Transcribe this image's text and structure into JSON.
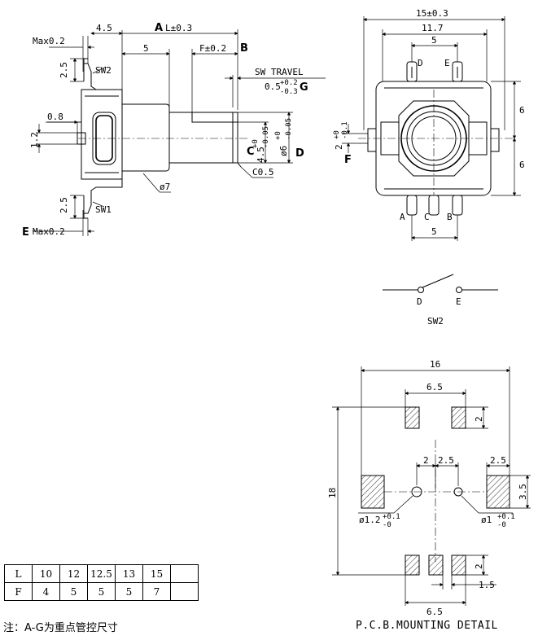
{
  "side_view": {
    "dims": {
      "max_top": "Max0.2",
      "dim_4_5": "4.5",
      "label_A": "A",
      "L_tol": "L±0.3",
      "dim_5": "5",
      "F_tol": "F±0.2",
      "label_B": "B",
      "sw_travel": "SW TRAVEL",
      "travel_base": "0.5",
      "travel_plus": "+0.2",
      "travel_minus": "-0.3",
      "label_G": "G",
      "dim_2_5_top": "2.5",
      "sw2": "SW2",
      "dim_0_8": "0.8",
      "dim_1_2": "1.2",
      "label_C": "C",
      "d45": "4.5",
      "d45_plus": "+0",
      "d45_minus": "-0.05",
      "d6": "ø6",
      "d6_plus": "+0",
      "d6_minus": "-0.05",
      "label_D": "D",
      "c05": "C0.5",
      "phi7": "ø7",
      "dim_2_5_bot": "2.5",
      "sw1": "SW1",
      "label_E": "E",
      "max_bot": "Max0.2"
    }
  },
  "front_view": {
    "dims": {
      "width_15": "15±0.3",
      "width_11_7": "11.7",
      "width_5_top": "5",
      "pin_D": "D",
      "pin_E": "E",
      "dim_6_upper": "6",
      "dim_6_lower": "6",
      "dim_2": "2",
      "dim_2_plus": "+0",
      "dim_2_minus": "-0.1",
      "label_F": "F",
      "pin_A": "A",
      "pin_C": "C",
      "pin_B": "B",
      "width_5_bottom": "5"
    }
  },
  "sw2_schematic": {
    "pin_D": "D",
    "pin_E": "E",
    "caption": "SW2"
  },
  "pcb": {
    "title": "P.C.B.MOUNTING DETAIL",
    "dims": {
      "width_16": "16",
      "width_6_5_top": "6.5",
      "pad_2_top": "2",
      "gap_2": "2",
      "gap_2_5": "2.5",
      "pad_2_5": "2.5",
      "height_18": "18",
      "height_3_5": "3.5",
      "hole_left": "ø1.2",
      "hole_left_tol_plus": "+0.1",
      "hole_left_tol_minus": "-0",
      "hole_right": "ø1",
      "hole_right_tol_plus": "+0.1",
      "hole_right_tol_minus": "-0",
      "pad_2_bottom": "2",
      "pitch_1_5": "1.5",
      "width_6_5_bottom": "6.5"
    }
  },
  "spec_table": {
    "rows": [
      [
        "L",
        "10",
        "12",
        "12.5",
        "13",
        "15",
        ""
      ],
      [
        "F",
        "4",
        "5",
        "5",
        "5",
        "7",
        ""
      ]
    ]
  },
  "note": "注：A-G为重点管控尺寸"
}
